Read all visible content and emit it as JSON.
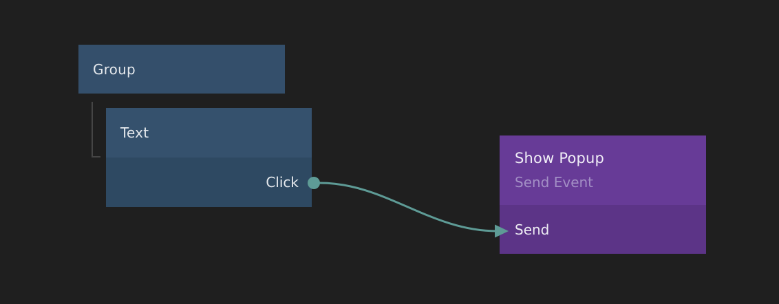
{
  "canvas": {
    "background": "#1f1f1f"
  },
  "nodes": {
    "group": {
      "title": "Group",
      "color": "#344f6b",
      "text_color": "#e4e8ec"
    },
    "text": {
      "title": "Text",
      "header_color": "#35516d",
      "body_color": "#2e4962",
      "events": [
        {
          "label": "Click",
          "port_color": "#5e9b96"
        }
      ]
    },
    "action": {
      "title": "Show Popup",
      "subtitle": "Send Event",
      "header_color": "#673b97",
      "body_color": "#5c3487",
      "subtitle_color": "#a38fc5",
      "actions": [
        {
          "label": "Send"
        }
      ]
    }
  },
  "connection": {
    "from_port": "Click",
    "to_action": "Send",
    "color": "#5e9b96"
  },
  "tree_connector": {
    "color": "#454545"
  }
}
